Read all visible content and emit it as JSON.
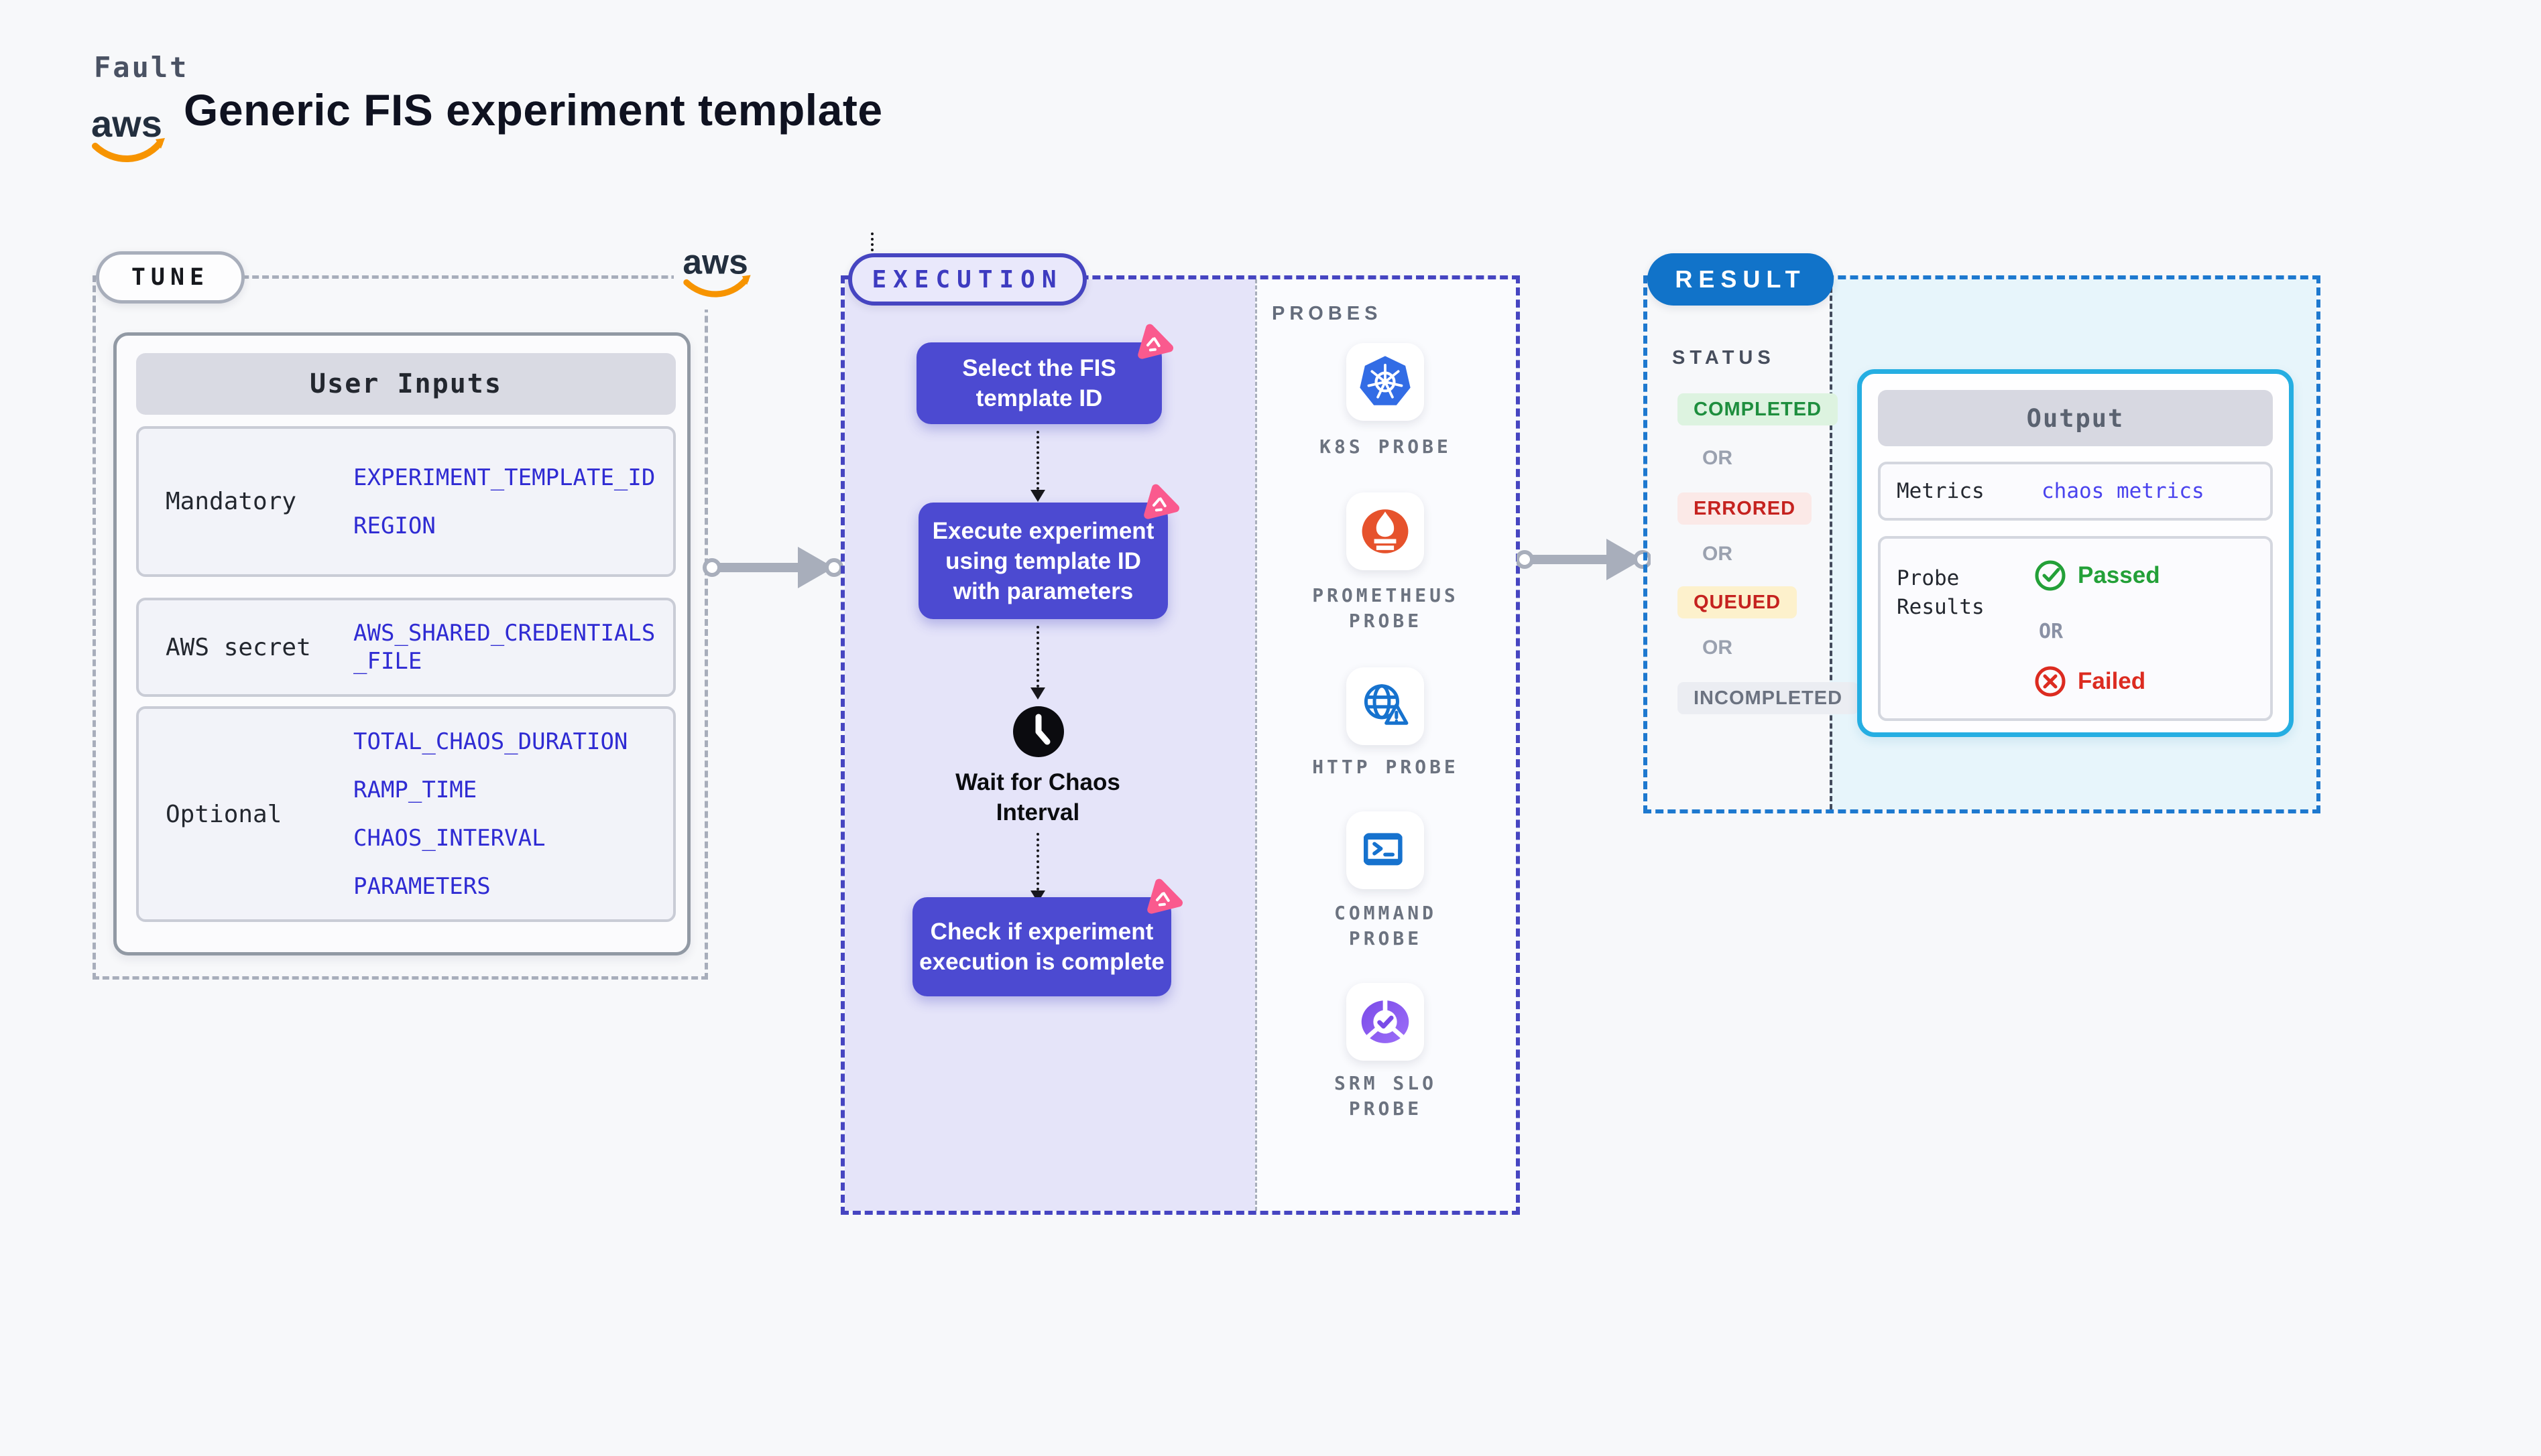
{
  "header": {
    "brand": "Fault",
    "title": "Generic FIS experiment template",
    "aws_logo_text": "aws"
  },
  "tune": {
    "label": "TUNE",
    "table": {
      "header": "User Inputs",
      "rows": [
        {
          "label": "Mandatory",
          "values": [
            "EXPERIMENT_TEMPLATE_ID",
            "REGION"
          ]
        },
        {
          "label": "AWS secret",
          "values": [
            "AWS_SHARED_CREDENTIALS\n_FILE"
          ]
        },
        {
          "label": "Optional",
          "values": [
            "TOTAL_CHAOS_DURATION",
            "RAMP_TIME",
            "CHAOS_INTERVAL",
            "PARAMETERS"
          ]
        }
      ]
    }
  },
  "execution": {
    "label": "EXECUTION",
    "steps": [
      {
        "text": "Select the FIS\ntemplate ID"
      },
      {
        "text": "Execute experiment\nusing template ID\nwith parameters"
      },
      {
        "text": "Wait for Chaos\nInterval"
      },
      {
        "text": "Check if experiment\nexecution is complete"
      }
    ]
  },
  "probes": {
    "label": "PROBES",
    "items": [
      {
        "icon": "kubernetes-icon",
        "label": "K8S PROBE"
      },
      {
        "icon": "prometheus-icon",
        "label": "PROMETHEUS\nPROBE"
      },
      {
        "icon": "http-globe-warning-icon",
        "label": "HTTP PROBE"
      },
      {
        "icon": "terminal-icon",
        "label": "COMMAND\nPROBE"
      },
      {
        "icon": "slo-pie-check-icon",
        "label": "SRM SLO\nPROBE"
      }
    ]
  },
  "result": {
    "label": "RESULT",
    "status": {
      "label": "STATUS",
      "separator": "OR",
      "badges": [
        {
          "text": "COMPLETED",
          "fg": "#1E8E3E",
          "bg": "#DDF3E0"
        },
        {
          "text": "ERRORED",
          "fg": "#C5221F",
          "bg": "#FBE9E7"
        },
        {
          "text": "QUEUED",
          "fg": "#C5221F",
          "bg": "#FDF1CC"
        },
        {
          "text": "INCOMPLETED",
          "fg": "#6B7280",
          "bg": "#EBEDF2"
        }
      ]
    },
    "output": {
      "header": "Output",
      "metrics_label": "Metrics",
      "metrics_value": "chaos metrics",
      "probe_results_label": "Probe\nResults",
      "passed": "Passed",
      "or": "OR",
      "failed": "Failed"
    }
  },
  "colors": {
    "page_bg": "#F7F8FA",
    "step_box": "#4C4AD1",
    "execution_accent": "#4645C1",
    "execution_fill": "#E5E4F9",
    "result_accent": "#1E79CF",
    "result_pill": "#1173C9",
    "result_fill": "#E7F5FB",
    "output_border": "#25AEE2",
    "value_blue": "#2F2BD3",
    "chaos_pink": "#FA5A8E",
    "aws_orange": "#F79400",
    "arrow_gray": "#A8AEBB"
  }
}
